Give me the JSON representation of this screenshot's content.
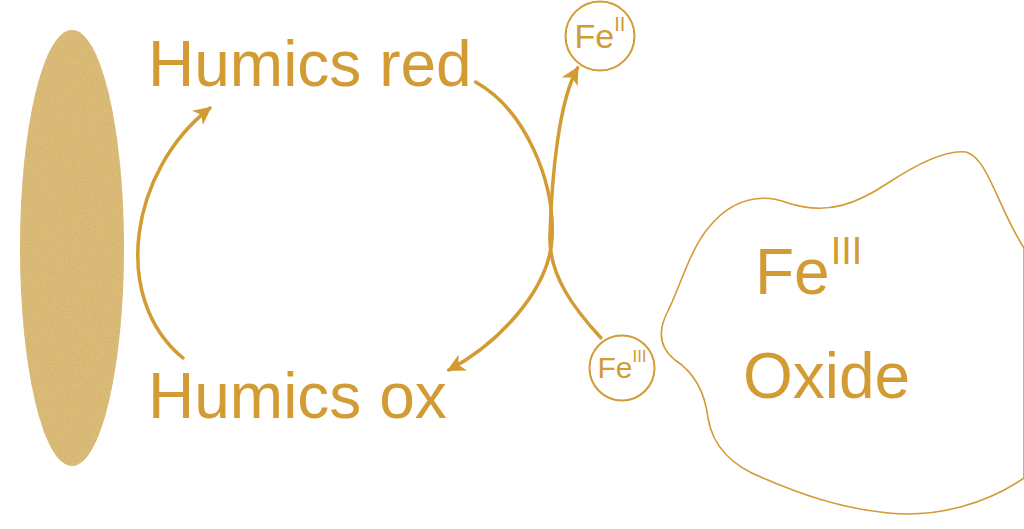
{
  "diagram": {
    "nodes": [
      {
        "text": [
          "Humics red"
        ]
      },
      {
        "text": [
          "Fe",
          "II"
        ]
      },
      {
        "text": [
          "Humics ox"
        ]
      },
      {
        "text": [
          "Fe",
          "III"
        ]
      },
      {
        "text": [
          "Fe",
          "III",
          "Oxide"
        ]
      }
    ],
    "edges": [
      {
        "from": 2,
        "to": 0,
        "arrow": "to"
      },
      {
        "from": 0,
        "to": 2,
        "arrow": "to"
      },
      {
        "from": 3,
        "to": 1,
        "arrow": "to"
      }
    ]
  }
}
